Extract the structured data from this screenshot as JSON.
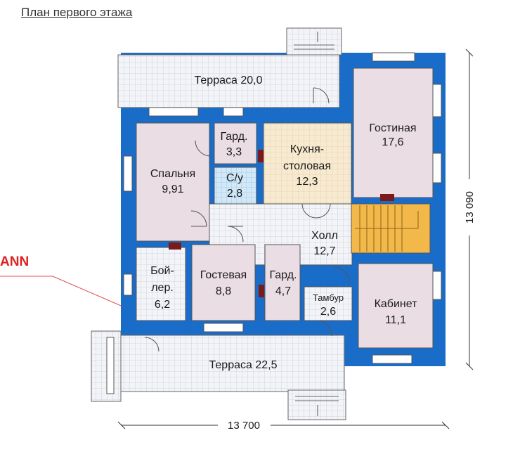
{
  "header": {
    "title": "План первого этажа"
  },
  "brand_fragment": "ANN",
  "rooms": {
    "terrace_top": {
      "name": "Терраса",
      "area": "20,0"
    },
    "terrace_bottom": {
      "name": "Терраса",
      "area": "22,5"
    },
    "living": {
      "name": "Гостиная",
      "area": "17,6"
    },
    "kitchen": {
      "name1": "Кухня-",
      "name2": "столовая",
      "area": "12,3"
    },
    "wardrobe_top": {
      "name": "Гард.",
      "area": "3,3"
    },
    "bathroom": {
      "name": "С/у",
      "area": "2,8"
    },
    "bedroom": {
      "name": "Спальня",
      "area": "9,91"
    },
    "hall": {
      "name": "Холл",
      "area": "12,7"
    },
    "boiler": {
      "name1": "Бой-",
      "name2": "лер.",
      "area": "6,2"
    },
    "guest": {
      "name": "Гостевая",
      "area": "8,8"
    },
    "wardrobe_bottom": {
      "name": "Гард.",
      "area": "4,7"
    },
    "vestibule": {
      "name": "Тамбур",
      "area": "2,6"
    },
    "office": {
      "name": "Кабинет",
      "area": "11,1"
    }
  },
  "dimensions": {
    "width": "13 700",
    "height": "13 090"
  },
  "colors": {
    "wall": "#1a6cc9",
    "terrace": "#f2f3f7",
    "room": "#eadde4",
    "kitchen": "#f6ead2",
    "bathroom": "#cfe6f6",
    "stairs": "#f2b84a",
    "brand": "#e02020"
  }
}
